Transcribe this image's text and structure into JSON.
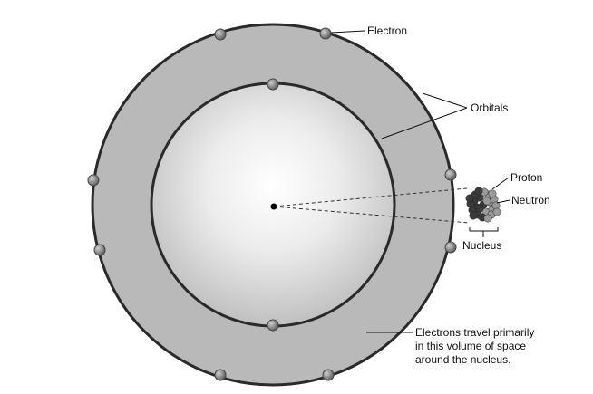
{
  "labels": {
    "electron": "Electron",
    "orbitals": "Orbitals",
    "proton": "Proton",
    "neutron": "Neutron",
    "nucleus": "Nucleus",
    "caption_lines": [
      "Electrons travel primarily",
      "in this volume of space",
      "around the nucleus."
    ]
  },
  "colors": {
    "shell_fill": "#b8b8b8",
    "ring_stroke": "#2a2a2a",
    "electron": "#7a7a7a",
    "proton": "#3a3a3a",
    "neutron": "#9a9a9a"
  }
}
